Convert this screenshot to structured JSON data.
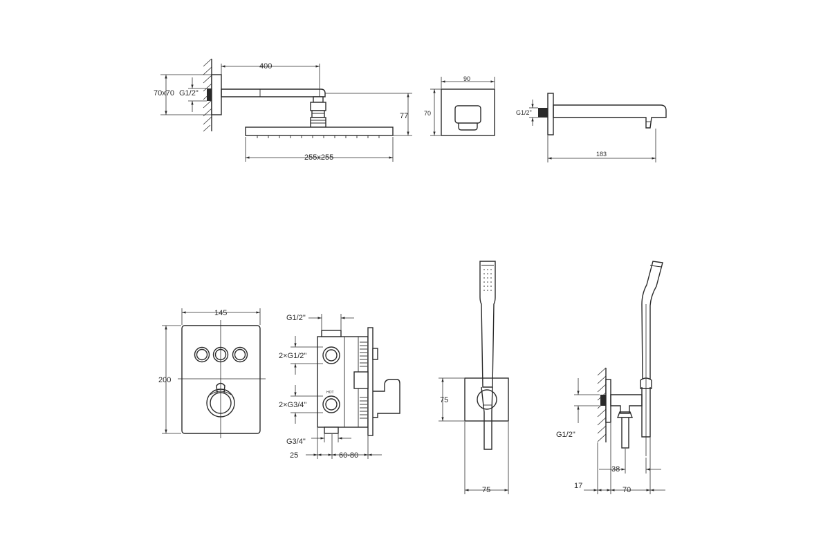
{
  "dimensions": {
    "arm_length": "400",
    "wall_flange": "70x70",
    "arm_thread": "G1/2\"",
    "head_drop": "77",
    "head_size": "255x255",
    "plate_width": "90",
    "plate_height": "70",
    "spout_thread": "G1/2\"",
    "spout_length": "183",
    "valve_width": "145",
    "valve_height": "200",
    "body_top_thread": "G1/2\"",
    "body_out_upper": "2×G1/2\"",
    "body_out_lower": "2×G3/4\"",
    "body_bottom_thread": "G3/4\"",
    "body_depth_a": "25",
    "body_depth_b": "60-80",
    "holder_height": "75",
    "holder_width": "75",
    "elbow_thread": "G1/2\"",
    "elbow_38": "38",
    "elbow_17": "17",
    "elbow_70": "70"
  },
  "hot_label": "HOT"
}
